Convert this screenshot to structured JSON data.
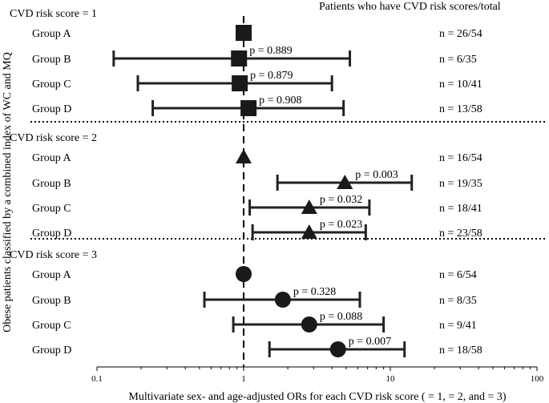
{
  "chart_data": {
    "type": "scatter",
    "subtype": "forest-plot",
    "xlabel": "Multivariate sex- and age-adjusted ORs for each CVD risk score ( = 1, = 2, and = 3)",
    "ylabel": "Obese patients classified by a combined index of WC and MQ",
    "right_header": "Patients who have CVD risk scores/total",
    "x_scale": "log",
    "xlim": [
      0.1,
      100
    ],
    "x_ticks": [
      "0.1",
      "1",
      "10",
      "100"
    ],
    "reference_line": 1,
    "panels": [
      {
        "title": "CVD risk score = 1",
        "marker": "square",
        "rows": [
          {
            "group": "Group A",
            "or": 1.0,
            "ci": null,
            "p": "",
            "count": "n = 26/54"
          },
          {
            "group": "Group B",
            "or": 0.93,
            "ci": [
              0.13,
              5.3
            ],
            "p": "p = 0.889",
            "count": "n = 6/35"
          },
          {
            "group": "Group C",
            "or": 0.94,
            "ci": [
              0.19,
              4.0
            ],
            "p": "p = 0.879",
            "count": "n = 10/41"
          },
          {
            "group": "Group D",
            "or": 1.08,
            "ci": [
              0.24,
              4.8
            ],
            "p": "p = 0.908",
            "count": "n = 13/58"
          }
        ]
      },
      {
        "title": "CVD risk score = 2",
        "marker": "triangle",
        "rows": [
          {
            "group": "Group A",
            "or": 1.0,
            "ci": null,
            "p": "",
            "count": "n = 16/54"
          },
          {
            "group": "Group B",
            "or": 4.9,
            "ci": [
              1.7,
              14.0
            ],
            "p": "p = 0.003",
            "count": "n = 19/35"
          },
          {
            "group": "Group C",
            "or": 2.8,
            "ci": [
              1.1,
              7.2
            ],
            "p": "p = 0.032",
            "count": "n = 18/41"
          },
          {
            "group": "Group D",
            "or": 2.8,
            "ci": [
              1.15,
              6.8
            ],
            "p": "p = 0.023",
            "count": "n = 23/58"
          }
        ]
      },
      {
        "title": "CVD risk score = 3",
        "marker": "circle",
        "rows": [
          {
            "group": "Group A",
            "or": 1.0,
            "ci": null,
            "p": "",
            "count": "n = 6/54"
          },
          {
            "group": "Group B",
            "or": 1.85,
            "ci": [
              0.54,
              6.2
            ],
            "p": "p = 0.328",
            "count": "n = 8/35"
          },
          {
            "group": "Group C",
            "or": 2.8,
            "ci": [
              0.85,
              9.0
            ],
            "p": "p = 0.088",
            "count": "n = 9/41"
          },
          {
            "group": "Group D",
            "or": 4.4,
            "ci": [
              1.5,
              12.5
            ],
            "p": "p = 0.007",
            "count": "n = 18/58"
          }
        ]
      }
    ]
  }
}
